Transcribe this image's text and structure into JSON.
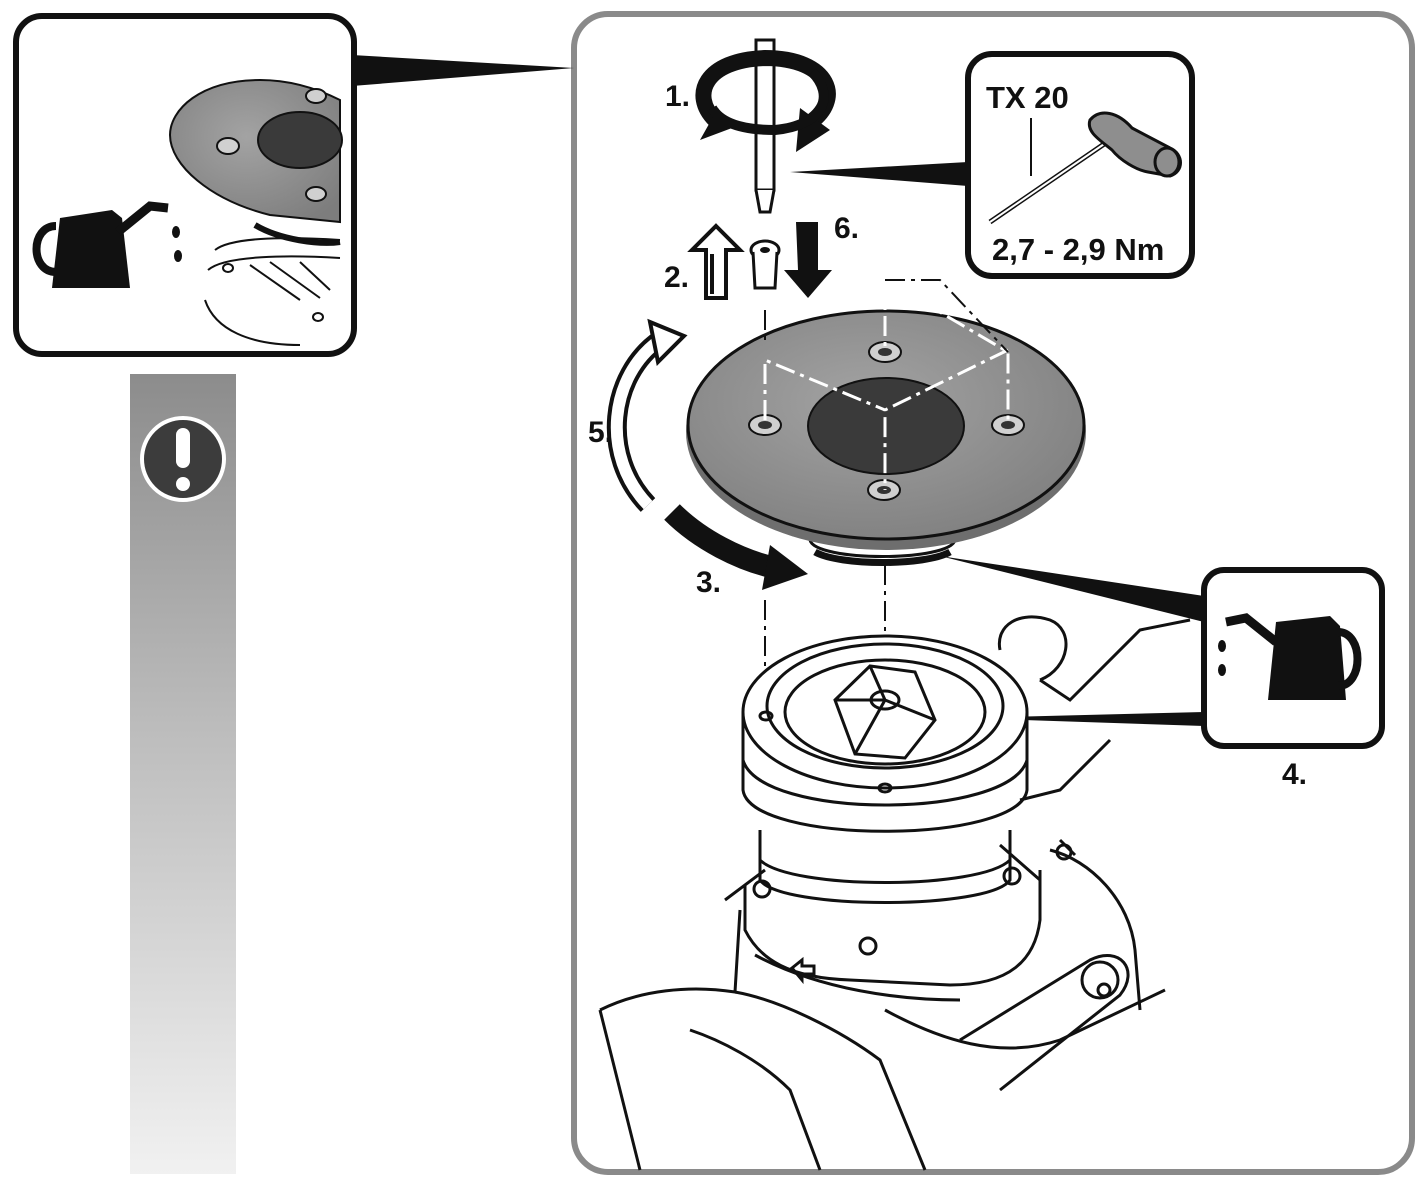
{
  "steps": {
    "s1": "1.",
    "s2": "2.",
    "s3": "3.",
    "s4": "4.",
    "s5": "5.",
    "s6": "6."
  },
  "tool": {
    "name": "TX 20",
    "torque": "2,7 - 2,9 Nm"
  },
  "warning_icon": "exclamation-icon",
  "colors": {
    "outline": "#111111",
    "panel_border": "#8a8a8a",
    "plate_fill": "#8e8e8e",
    "hole_fill": "#3a3a3a",
    "arrow_fill": "#1a1a1a"
  }
}
